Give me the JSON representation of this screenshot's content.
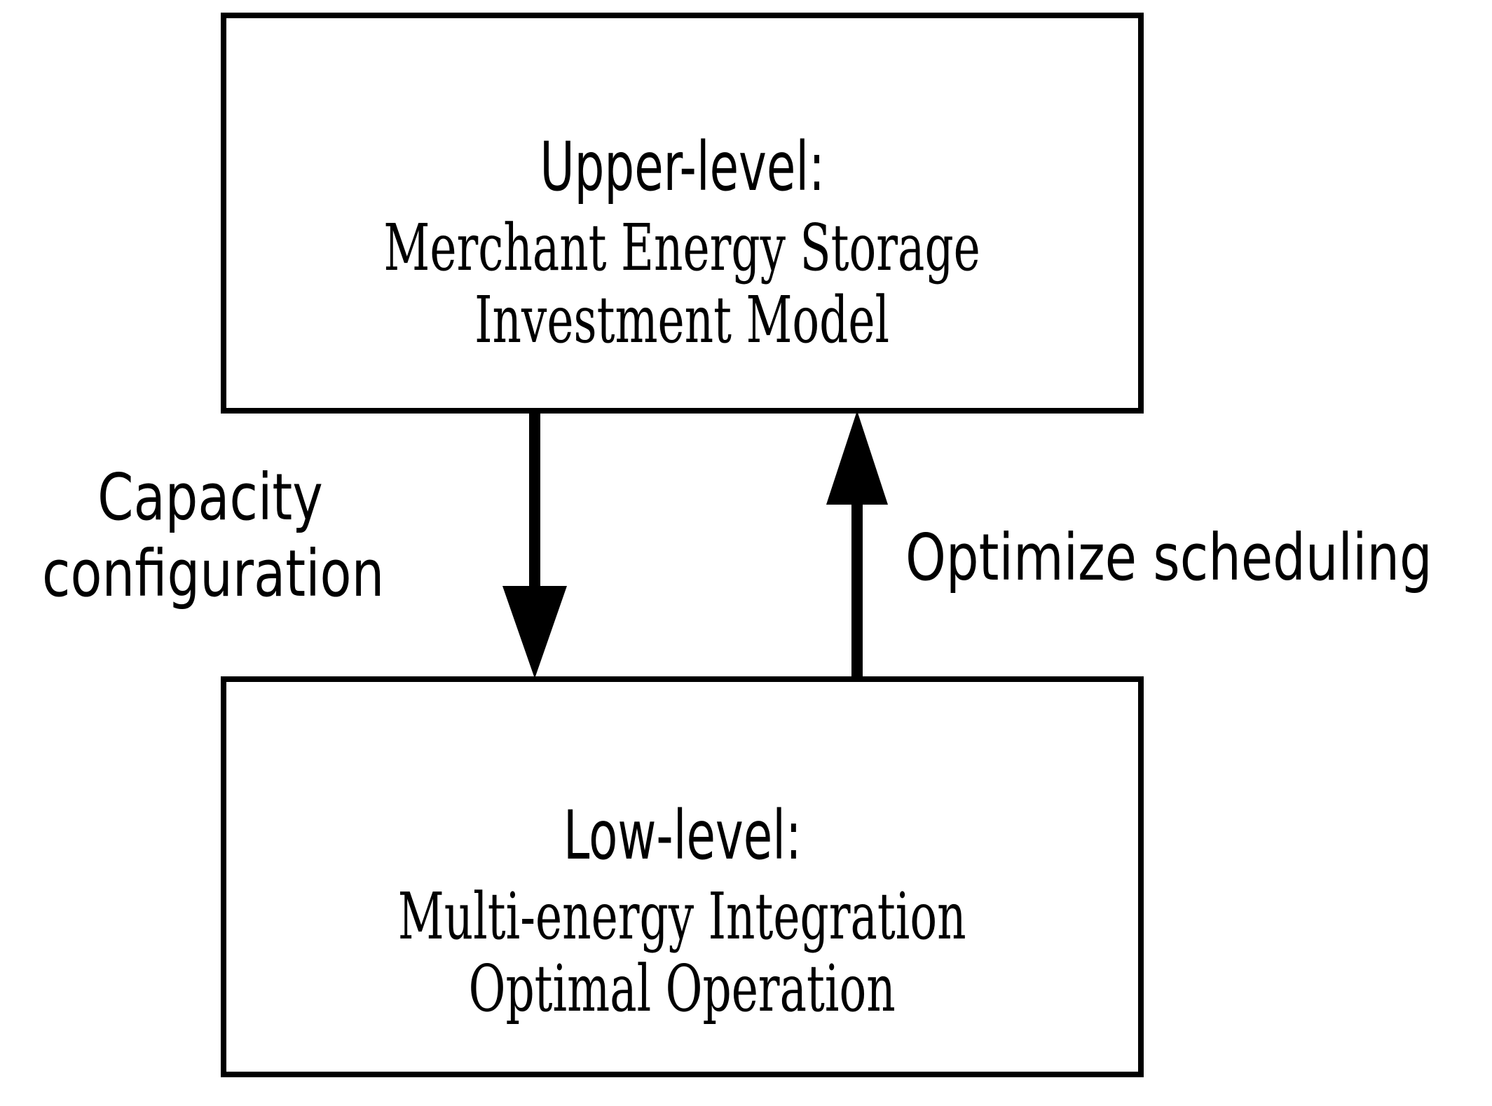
{
  "diagram": {
    "type": "bilevel-optimization-flow",
    "background_color": "#ffffff",
    "stroke_color": "#000000",
    "nodes": [
      {
        "id": "upper",
        "heading": "Upper-level:",
        "body_lines": [
          "Merchant Energy Storage",
          "Investment Model"
        ]
      },
      {
        "id": "lower",
        "heading": "Low-level:",
        "body_lines": [
          "Multi-energy Integration",
          "Optimal Operation"
        ]
      }
    ],
    "edges": [
      {
        "id": "down",
        "direction": "upper-to-lower",
        "label_lines": [
          "Capacity",
          "configuration"
        ]
      },
      {
        "id": "up",
        "direction": "lower-to-upper",
        "label_lines": [
          "Optimize scheduling"
        ]
      }
    ]
  }
}
